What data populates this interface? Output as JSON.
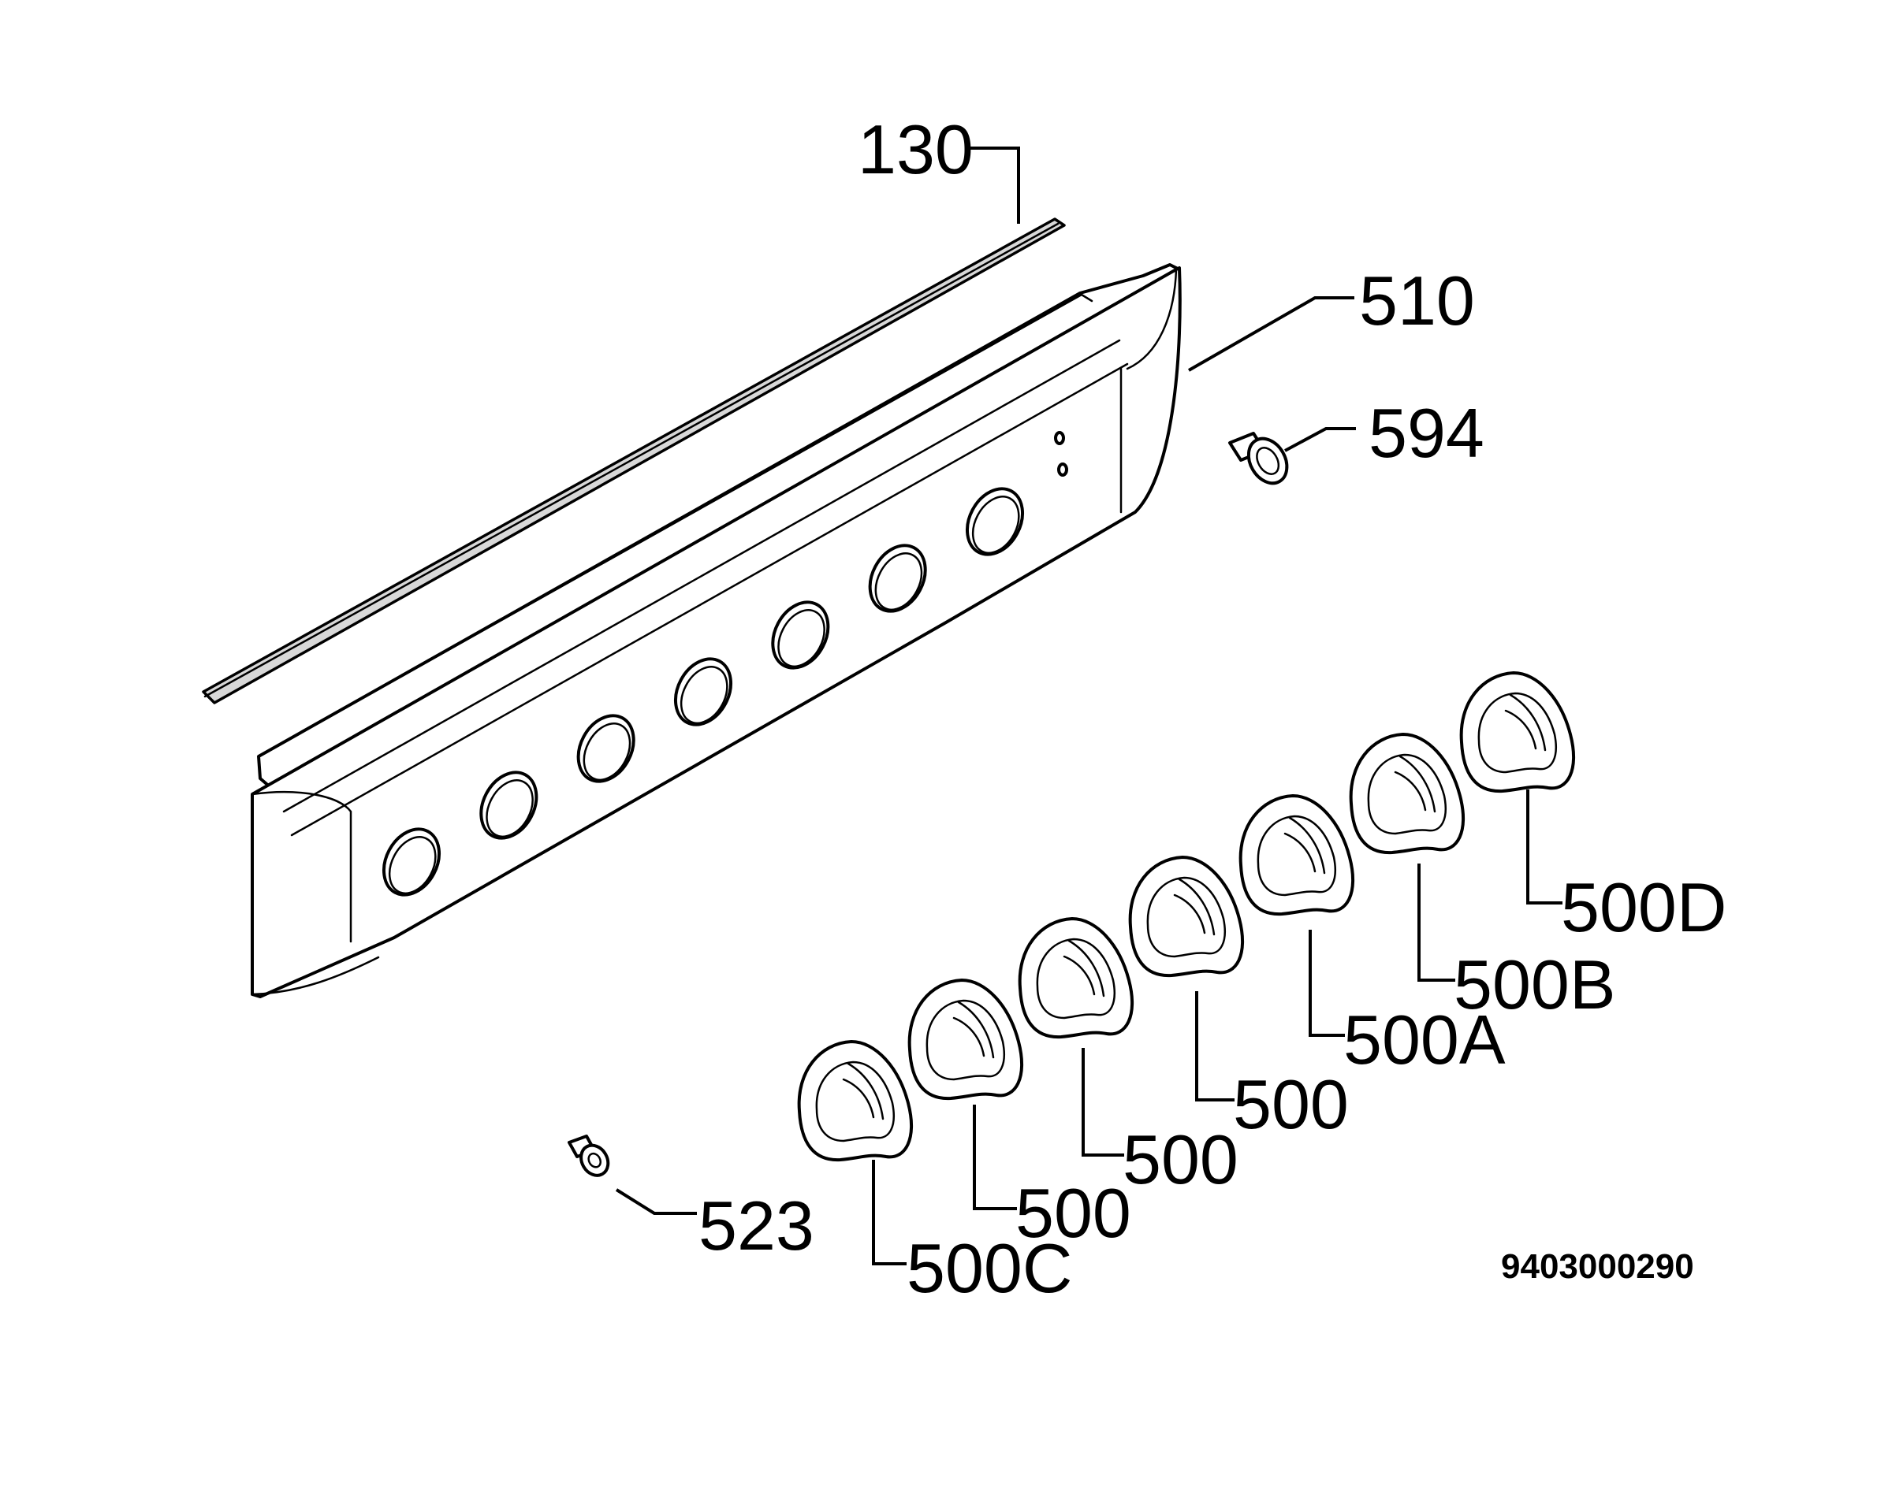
{
  "labels": {
    "gasket": "130",
    "control_panel": "510",
    "screw_top": "594",
    "screw_bottom": "523",
    "knob_1": "500C",
    "knob_2": "500",
    "knob_3": "500",
    "knob_4": "500",
    "knob_5": "500A",
    "knob_6": "500B",
    "knob_7": "500D"
  },
  "document_number": "9403000290",
  "colors": {
    "line": "#000000",
    "background": "#ffffff",
    "gasket_fill": "#d8d8d8"
  },
  "knob_count": 7,
  "panel_hole_count": 7,
  "icons": {
    "knob": "control-knob-icon",
    "screw": "screw-icon"
  }
}
